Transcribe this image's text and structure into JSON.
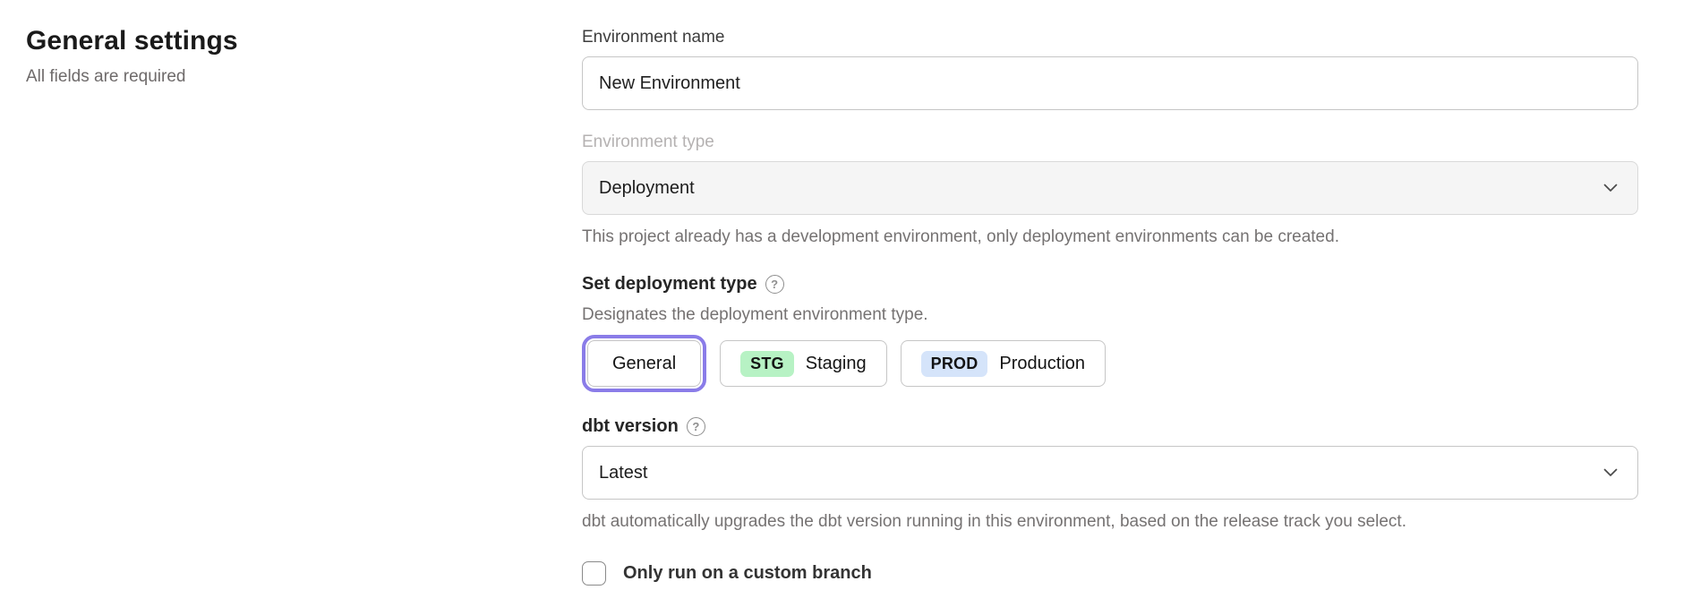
{
  "page": {
    "title": "General settings",
    "subtitle": "All fields are required"
  },
  "form": {
    "environment_name": {
      "label": "Environment name",
      "value": "New Environment"
    },
    "environment_type": {
      "label": "Environment type",
      "value": "Deployment",
      "disabled": true,
      "helper": "This project already has a development environment, only deployment environments can be created."
    },
    "deployment_type": {
      "label": "Set deployment type",
      "help_icon": "?",
      "description": "Designates the deployment environment type.",
      "options": [
        {
          "label": "General",
          "selected": true
        },
        {
          "badge": "STG",
          "label": "Staging",
          "selected": false
        },
        {
          "badge": "PROD",
          "label": "Production",
          "selected": false
        }
      ]
    },
    "dbt_version": {
      "label": "dbt version",
      "help_icon": "?",
      "value": "Latest",
      "helper": "dbt automatically upgrades the dbt version running in this environment, based on the release track you select."
    },
    "custom_branch": {
      "label": "Only run on a custom branch",
      "checked": false
    }
  },
  "colors": {
    "selected_ring": "#8a7ce8",
    "stg_badge_bg": "#b7f2c4",
    "prod_badge_bg": "#d5e4fa",
    "disabled_field_bg": "#f5f5f5"
  }
}
